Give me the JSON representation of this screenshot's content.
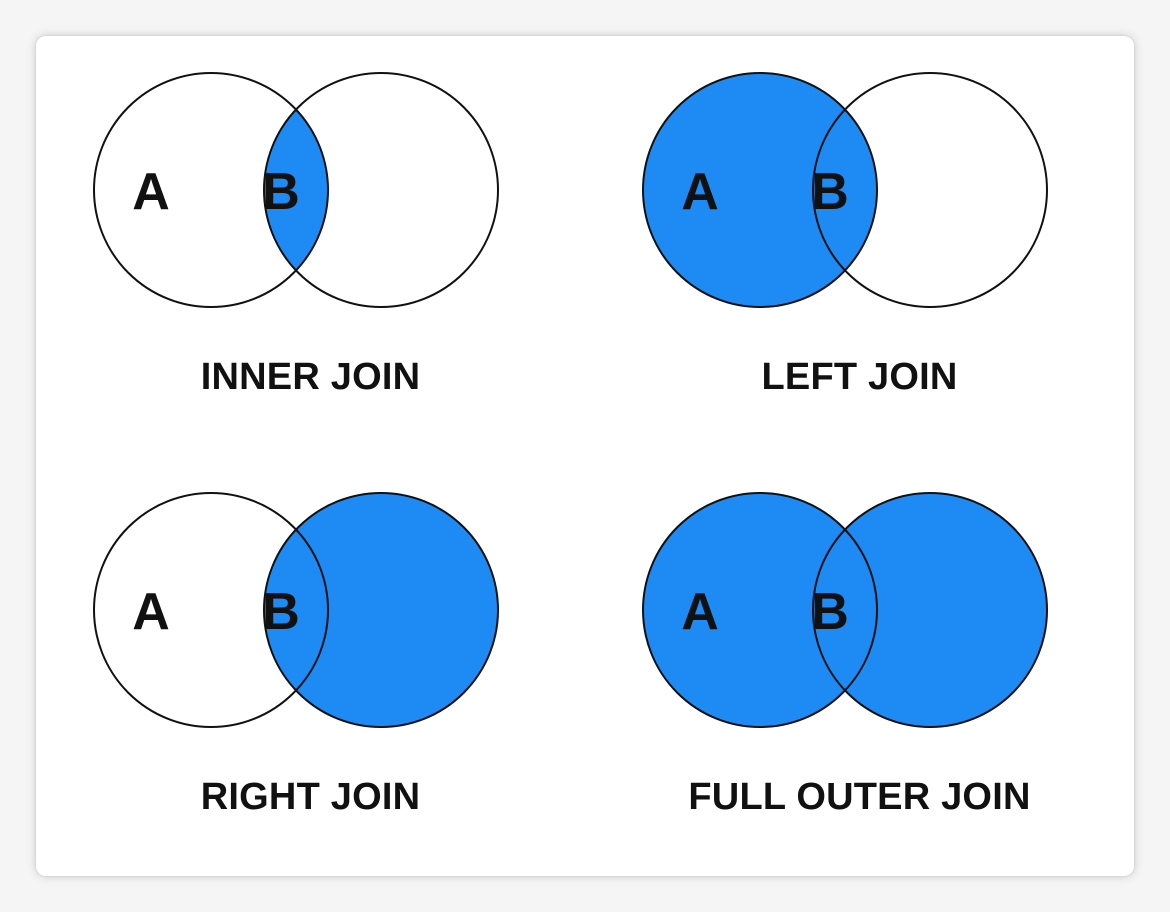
{
  "fill_color": "#1e8bf5",
  "stroke_color": "#111111",
  "diagrams": [
    {
      "label": "INNER JOIN",
      "left_letter": "A",
      "right_letter": "B",
      "fill": "intersection"
    },
    {
      "label": "LEFT JOIN",
      "left_letter": "A",
      "right_letter": "B",
      "fill": "left"
    },
    {
      "label": "RIGHT JOIN",
      "left_letter": "A",
      "right_letter": "B",
      "fill": "right"
    },
    {
      "label": "FULL OUTER JOIN",
      "left_letter": "A",
      "right_letter": "B",
      "fill": "both"
    }
  ]
}
